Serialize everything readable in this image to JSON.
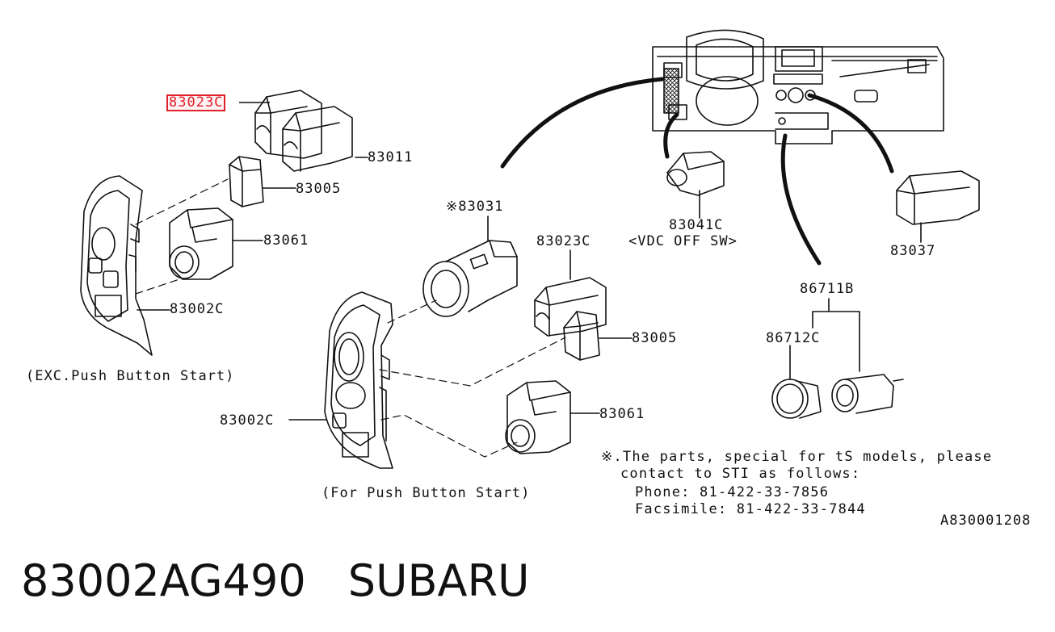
{
  "diagram": {
    "callouts": {
      "p83023c_top": "83023C",
      "p83011": "83011",
      "p83005_top": "83005",
      "p83061_top": "83061",
      "p83002c_top": "83002C",
      "p83031": "※83031",
      "p83023c_mid": "83023C",
      "p83005_mid": "83005",
      "p83061_mid": "83061",
      "p83002c_mid": "83002C",
      "p83041c": "83041C",
      "vdc_off_sw": "<VDC OFF SW>",
      "p83037": "83037",
      "p86711b": "86711B",
      "p86712c": "86712C"
    },
    "captions": {
      "exc_push_start": "(EXC.Push Button Start)",
      "for_push_start": "(For Push Button Start)"
    },
    "note": {
      "line1": "※.The parts, special for tS models, please",
      "line2": "contact to STI as follows:",
      "line3": "Phone: 81-422-33-7856",
      "line4": "Facsimile: 81-422-33-7844"
    },
    "drawing_code": "A830001208",
    "highlight_color": "#e0202a"
  },
  "footer": {
    "part_number": "83002AG490",
    "brand": "SUBARU"
  }
}
